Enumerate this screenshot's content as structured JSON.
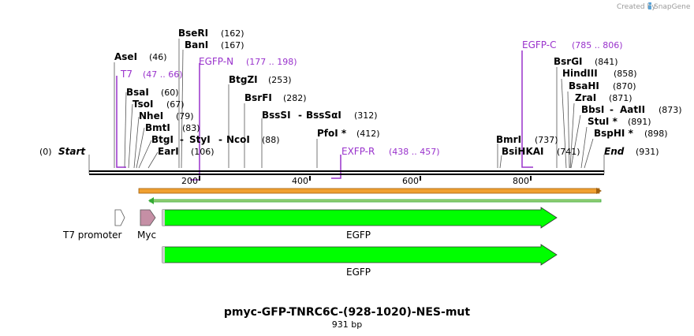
{
  "credit": {
    "created_by": "Created by",
    "app": "SnapGene"
  },
  "map": {
    "start_label": "Start",
    "start_pos": "(0)",
    "end_label": "End",
    "end_pos": "(931)",
    "ticks": [
      "200",
      "400",
      "600",
      "800"
    ],
    "title": "pmyc-GFP-TNRC6C-(928-1020)-NES-mut",
    "length": "931 bp"
  },
  "sites": [
    {
      "name": "AseI",
      "pos": "(46)"
    },
    {
      "name": "BsaI",
      "pos": "(60)"
    },
    {
      "name": "TsoI",
      "pos": "(67)"
    },
    {
      "name": "NheI",
      "pos": "(79)"
    },
    {
      "name": "BmtI",
      "pos": "(83)"
    },
    {
      "name": "BtgI",
      "sep": "-",
      "name2": "StyI",
      "sep2": "-",
      "name3": "NcoI",
      "pos": "(88)"
    },
    {
      "name": "EarI",
      "pos": "(106)"
    },
    {
      "name": "BseRI",
      "pos": "(162)"
    },
    {
      "name": "BanI",
      "pos": "(167)"
    },
    {
      "name": "BtgZI",
      "pos": "(253)"
    },
    {
      "name": "BsrFI",
      "pos": "(282)"
    },
    {
      "name": "BssSI",
      "sep": "-",
      "name2": "BssSαI",
      "pos": "(312)"
    },
    {
      "name": "PfoI *",
      "pos": "(412)"
    },
    {
      "name": "BmrI",
      "pos": "(737)"
    },
    {
      "name": "BsiHKAI",
      "pos": "(741)"
    },
    {
      "name": "BsrGI",
      "pos": "(841)"
    },
    {
      "name": "HindIII",
      "pos": "(858)"
    },
    {
      "name": "BsaHI",
      "pos": "(870)"
    },
    {
      "name": "ZraI",
      "pos": "(871)"
    },
    {
      "name": "BbsI",
      "sep": "-",
      "name2": "AatII",
      "pos": "(873)"
    },
    {
      "name": "StuI *",
      "pos": "(891)"
    },
    {
      "name": "BspHI *",
      "pos": "(898)"
    }
  ],
  "primers": [
    {
      "name": "T7",
      "pos": "(47 .. 66)"
    },
    {
      "name": "EGFP-N",
      "pos": "(177 .. 198)"
    },
    {
      "name": "EXFP-R",
      "pos": "(438 .. 457)"
    },
    {
      "name": "EGFP-C",
      "pos": "(785 .. 806)"
    }
  ],
  "features": [
    {
      "name": "T7 promoter",
      "color": "#ffffff"
    },
    {
      "name": "Myc",
      "color": "#c58fa5"
    },
    {
      "name": "EGFP",
      "color": "#00ff00"
    },
    {
      "name": "EGFP",
      "color": "#00ff00"
    }
  ],
  "colors": {
    "backbone": "#000000",
    "orf_top": "#f0a030",
    "orf_bottom": "#33aa33",
    "primer": "#9932cc"
  }
}
